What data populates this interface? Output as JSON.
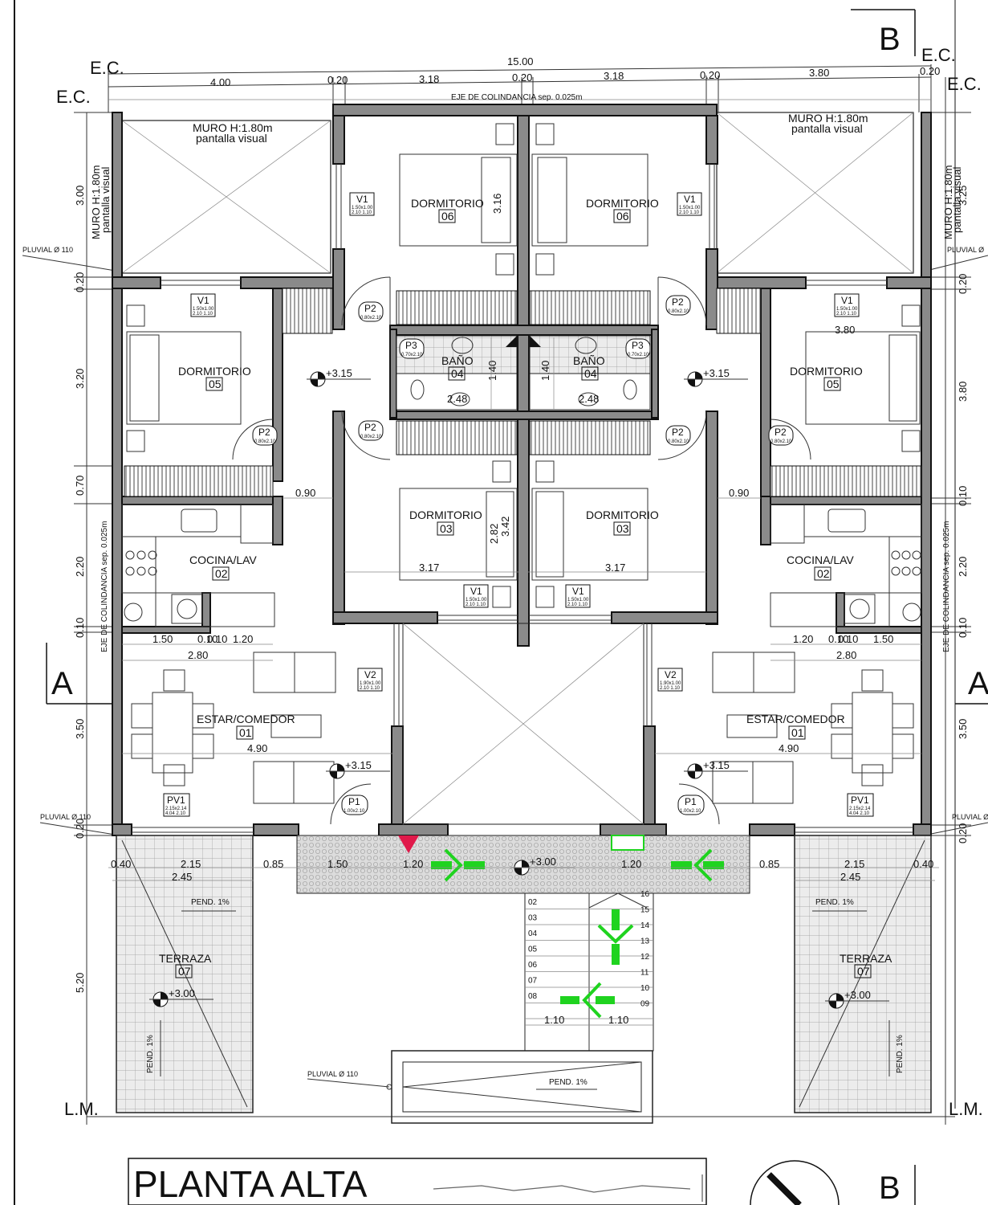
{
  "title": "PLANTA ALTA",
  "sections": {
    "a_left": "A",
    "a_right": "A",
    "b_top": "B",
    "b_bottom": "B"
  },
  "markers": {
    "ec1": "E.C.",
    "ec2": "E.C.",
    "ec3": "E.C.",
    "ec4": "E.C.",
    "lm_left": "L.M.",
    "lm_right": "L.M."
  },
  "top_dims": {
    "total": "15.00",
    "d1": "4.00",
    "d2": "0.20",
    "d3": "3.18",
    "d4": "0.20",
    "d5": "3.18",
    "d6": "0.20",
    "d7": "3.80",
    "d8": "0.20"
  },
  "eje_top": "EJE DE COLINDANCIA sep.  0.025m",
  "eje_side_left": "EJE DE COLINDANCIA sep.  0.025m",
  "eje_side_right": "EJE DE COLINDANCIA sep.  0.025m",
  "left_dims": {
    "d1": "3.00",
    "d2": "0.20",
    "d3": "3.20",
    "d4": "0.70",
    "d5": "2.20",
    "d6": "0.10",
    "d7": "3.50",
    "d8": "0.20",
    "d9": "5.20"
  },
  "right_dims": {
    "d1": "3.25",
    "d2": "0.20",
    "d3": "3.80",
    "d4": "0.10",
    "d5": "2.20",
    "d6": "0.10",
    "d7": "3.50",
    "d8": "0.20"
  },
  "muro": {
    "line1": "MURO H:1.80m",
    "line2": "pantalla visual"
  },
  "pluvial": {
    "left1": "PLUVIAL Ø 110",
    "right1": "PLUVIAL Ø",
    "left2": "PLUVIAL Ø 110",
    "right2": "PLUVIAL Ø",
    "bottom": "PLUVIAL Ø 110"
  },
  "rooms": {
    "dormitorio": "DORMITORIO",
    "bano": "BAÑO",
    "cocina": "COCINA/LAV",
    "estar": "ESTAR/COMEDOR",
    "terraza": "TERRAZA",
    "n01": "01",
    "n02": "02",
    "n03": "03",
    "n04": "04",
    "n05": "05",
    "n06": "06",
    "n07": "07"
  },
  "openings": {
    "v1": "V1",
    "v2": "V2",
    "p1": "P1",
    "p2": "P2",
    "p3": "P3",
    "pv1": "PV1",
    "v1_size": "1.50x1.00",
    "v1_sill": "2.10 1.10",
    "v2_size": "1.90x1.00",
    "v2_sill": "2.10 1.10",
    "p1_size": "1.00x2.10",
    "p2_size": "0.80x2.10",
    "p3_size": "0.70x2.10",
    "pv1_size": "2.15x2.14",
    "pv1_sill": "4.04 2.10"
  },
  "levels": {
    "l315": "+3.15",
    "l300": "+3.00"
  },
  "interior_dims": {
    "d316": "3.16",
    "d140": "1.40",
    "d248": "2.48",
    "d342": "3.42",
    "d282": "2.82",
    "d317": "3.17",
    "d090": "0.90",
    "d280": "2.80",
    "d150": "1.50",
    "d010": "0.10",
    "d120": "1.20",
    "d490": "4.90",
    "d040": "0.40",
    "d215": "2.15",
    "d245": "2.45",
    "d085": "0.85",
    "d110": "1.10"
  },
  "slope": "PEND. 1%",
  "stairs": {
    "left": [
      "02",
      "03",
      "04",
      "05",
      "06",
      "07",
      "08"
    ],
    "right": [
      "16",
      "15",
      "14",
      "13",
      "12",
      "11",
      "10",
      "09"
    ]
  },
  "colors": {
    "wall": "#8a8a8a",
    "exit_arrow": "#1fd31f",
    "alarm": "#e0194a",
    "paving": "#d9d9d9"
  }
}
